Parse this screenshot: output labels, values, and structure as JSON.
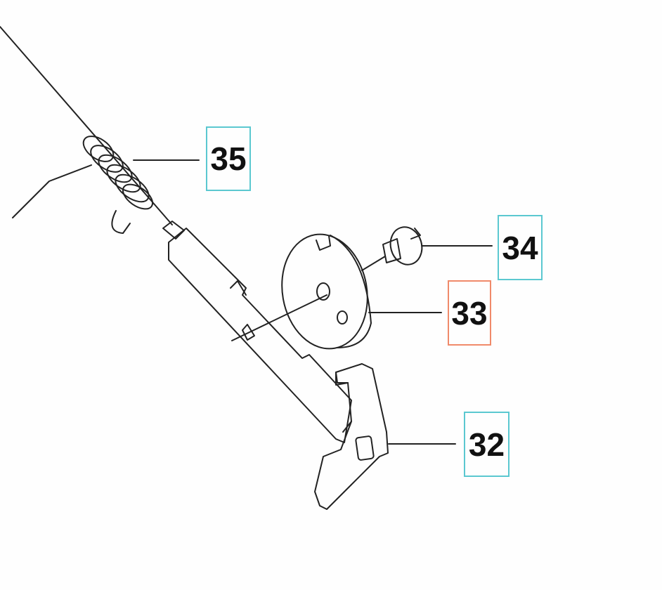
{
  "colors": {
    "callout_border": "#5bc8d0",
    "callout_active_border": "#f08a6a",
    "line": "#222222"
  },
  "callouts": [
    {
      "number": "35",
      "part": "spring",
      "active": false
    },
    {
      "number": "34",
      "part": "screw",
      "active": false
    },
    {
      "number": "33",
      "part": "disc",
      "active": true
    },
    {
      "number": "32",
      "part": "lever",
      "active": false
    }
  ]
}
